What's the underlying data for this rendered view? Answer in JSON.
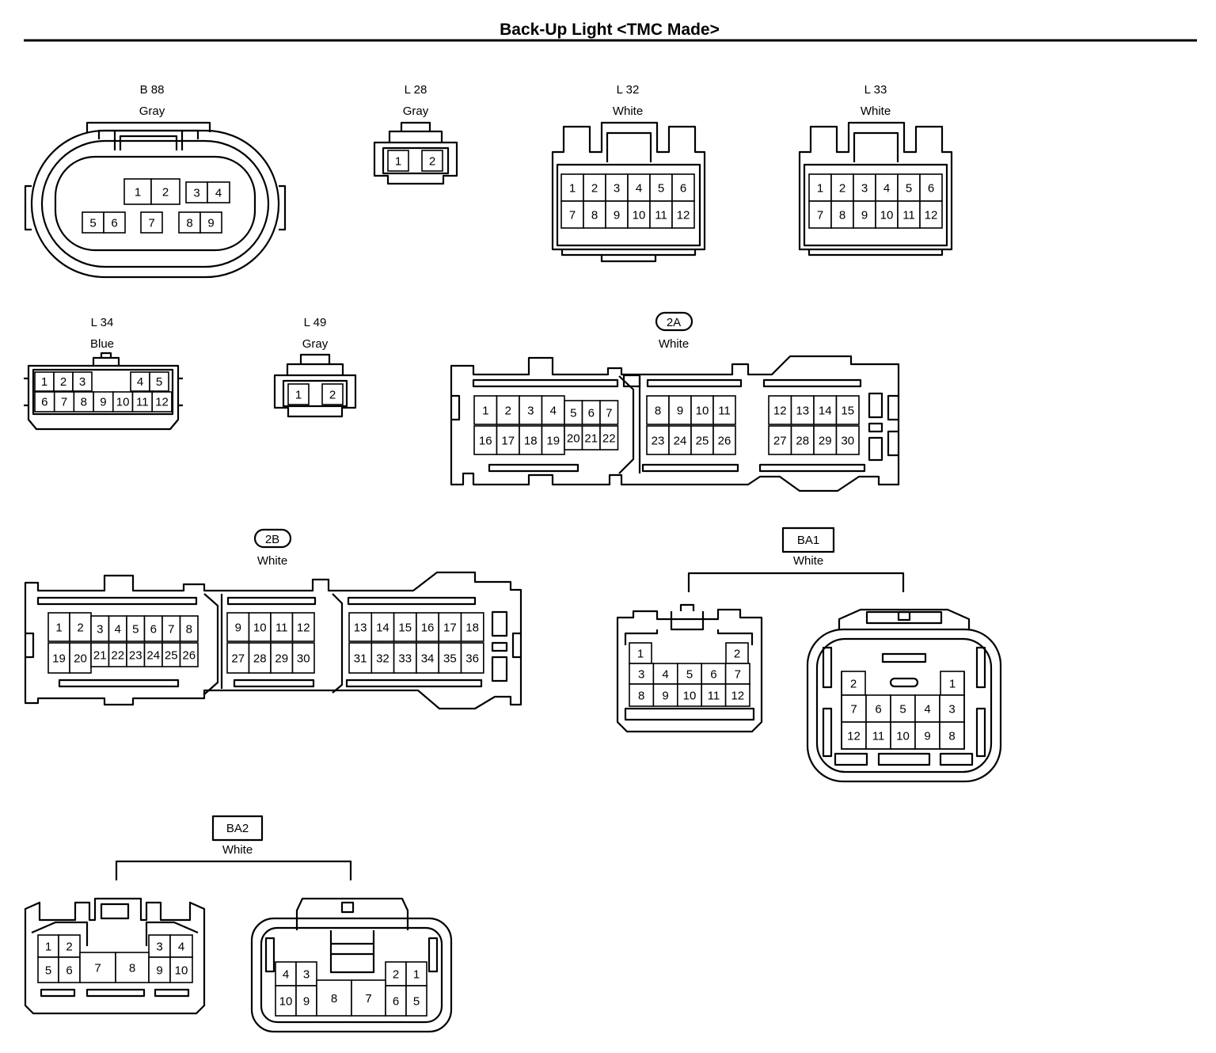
{
  "title": "Back-Up Light <TMC Made>",
  "connectors": {
    "b88": {
      "code": "B 88",
      "color": "Gray",
      "pins": [
        "1",
        "2",
        "3",
        "4",
        "5",
        "6",
        "7",
        "8",
        "9"
      ]
    },
    "l28": {
      "code": "L 28",
      "color": "Gray",
      "pins": [
        "1",
        "2"
      ]
    },
    "l32": {
      "code": "L 32",
      "color": "White",
      "pins": [
        "1",
        "2",
        "3",
        "4",
        "5",
        "6",
        "7",
        "8",
        "9",
        "10",
        "11",
        "12"
      ]
    },
    "l33": {
      "code": "L 33",
      "color": "White",
      "pins": [
        "1",
        "2",
        "3",
        "4",
        "5",
        "6",
        "7",
        "8",
        "9",
        "10",
        "11",
        "12"
      ]
    },
    "l34": {
      "code": "L 34",
      "color": "Blue",
      "pins": [
        "1",
        "2",
        "3",
        "4",
        "5",
        "6",
        "7",
        "8",
        "9",
        "10",
        "11",
        "12"
      ]
    },
    "l49": {
      "code": "L 49",
      "color": "Gray",
      "pins": [
        "1",
        "2"
      ]
    },
    "c2a": {
      "code": "2A",
      "color": "White",
      "pins": [
        "1",
        "2",
        "3",
        "4",
        "5",
        "6",
        "7",
        "8",
        "9",
        "10",
        "11",
        "12",
        "13",
        "14",
        "15",
        "16",
        "17",
        "18",
        "19",
        "20",
        "21",
        "22",
        "23",
        "24",
        "25",
        "26",
        "27",
        "28",
        "29",
        "30"
      ]
    },
    "c2b": {
      "code": "2B",
      "color": "White",
      "pins": [
        "1",
        "2",
        "3",
        "4",
        "5",
        "6",
        "7",
        "8",
        "9",
        "10",
        "11",
        "12",
        "13",
        "14",
        "15",
        "16",
        "17",
        "18",
        "19",
        "20",
        "21",
        "22",
        "23",
        "24",
        "25",
        "26",
        "27",
        "28",
        "29",
        "30",
        "31",
        "32",
        "33",
        "34",
        "35",
        "36"
      ]
    },
    "ba1": {
      "code": "BA1",
      "color": "White",
      "male_pins": [
        "1",
        "2",
        "3",
        "4",
        "5",
        "6",
        "7",
        "8",
        "9",
        "10",
        "11",
        "12"
      ],
      "female_pins": [
        "2",
        "1",
        "7",
        "6",
        "5",
        "4",
        "3",
        "12",
        "11",
        "10",
        "9",
        "8"
      ]
    },
    "ba2": {
      "code": "BA2",
      "color": "White",
      "male_pins": [
        "1",
        "2",
        "3",
        "4",
        "5",
        "6",
        "7",
        "8",
        "9",
        "10"
      ],
      "female_pins": [
        "4",
        "3",
        "2",
        "1",
        "10",
        "9",
        "8",
        "7",
        "6",
        "5"
      ]
    }
  }
}
